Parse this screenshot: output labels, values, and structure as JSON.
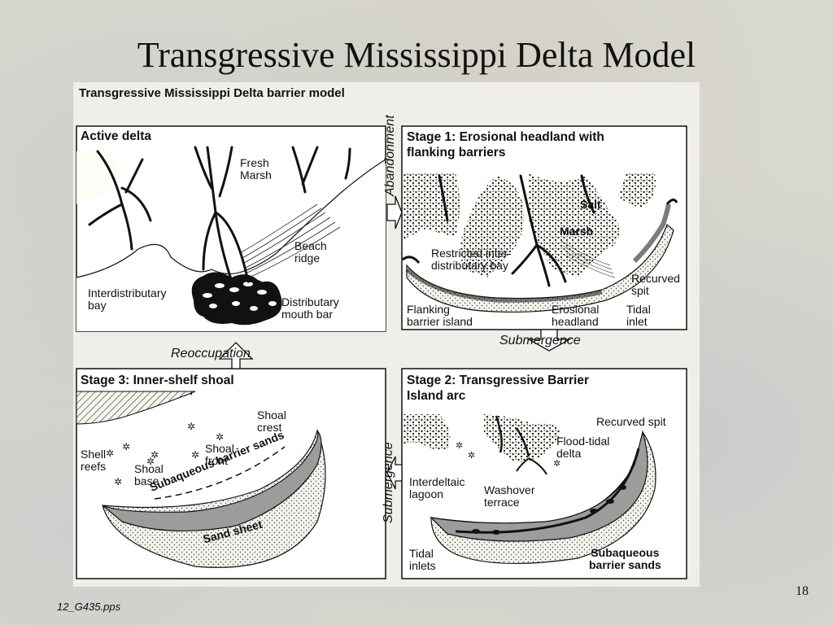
{
  "slide": {
    "title": "Transgressive Mississippi Delta Model",
    "footer": "12_G435.pps",
    "page_number": "18"
  },
  "figure": {
    "title": "Transgressive Mississippi Delta barrier model",
    "active_delta": {
      "title": "Active delta",
      "fresh_marsh": "Fresh\nMarsh",
      "beach_ridge": "Beach\nridge",
      "interdistributary_bay": "Interdistributary\nbay",
      "mouth_bar": "Distributary\nmouth bar"
    },
    "stage1": {
      "title": "Stage 1: Erosional headland with\nflanking barriers",
      "salt_marsh_1": "Salt",
      "salt_marsh_2": "Marsh",
      "restricted_bay": "Restricted inter-\ndistributary bay",
      "recurved_spit": "Recurved\nspit",
      "flanking_barrier": "Flanking\nbarrier island",
      "erosional_headland": "Erosional\nheadland",
      "tidal_inlet": "Tidal\ninlet"
    },
    "stage2": {
      "title": "Stage 2: Transgressive Barrier\nIsland arc",
      "recurved_spit": "Recurved spit",
      "flood_tidal_delta": "Flood-tidal\ndelta",
      "interdeltaic_lagoon": "Interdeltaic\nlagoon",
      "washover_terrace": "Washover\nterrace",
      "tidal_inlets": "Tidal\ninlets",
      "subaqueous_barrier_sands": "Subaqueous\nbarrier sands"
    },
    "stage3": {
      "title": "Stage 3: Inner-shelf shoal",
      "shoal_crest": "Shoal\ncrest",
      "shoal_front": "Shoal\nfront",
      "shell_reefs": "Shell\nreefs",
      "shoal_base": "Shoal\nbase",
      "subaqueous_barrier_sands": "Subaqueous barrier sands",
      "sand_sheet": "Sand sheet"
    },
    "arrows": {
      "abandonment": "Abandonment",
      "submergence_1": "Submergence",
      "submergence_2": "Submergence",
      "reoccupation": "Reoccupation"
    }
  }
}
